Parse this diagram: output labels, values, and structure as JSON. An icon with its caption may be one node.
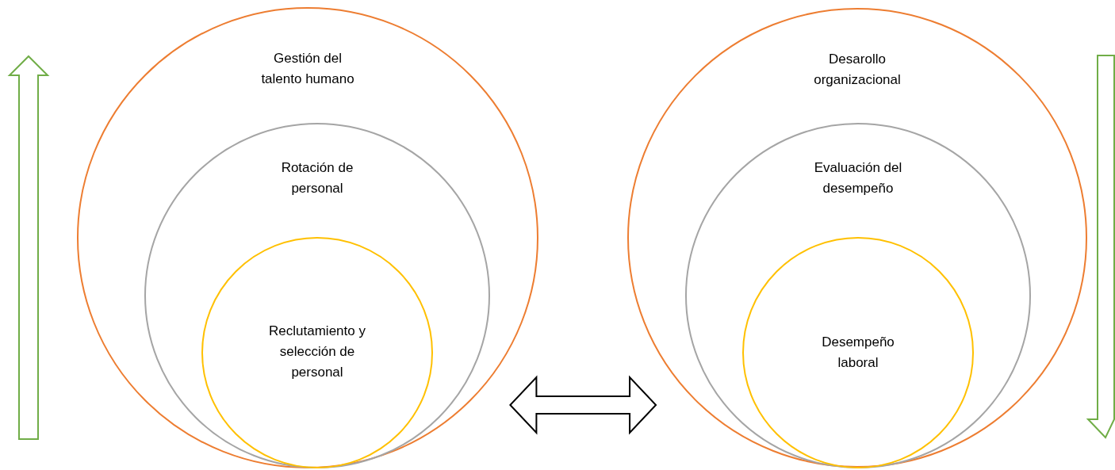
{
  "diagram": {
    "nodes": [
      {
        "text": [
          "Gestión del talento humano"
        ]
      },
      {
        "text": [
          "Rotación de personal"
        ],
        "in": 0
      },
      {
        "text": [
          "Reclutamiento y selección de personal"
        ],
        "in": 1
      },
      {
        "text": [
          "Desarollo organizacional"
        ]
      },
      {
        "text": [
          "Evaluación del desempeño"
        ],
        "in": 3
      },
      {
        "text": [
          "Desempeño laboral"
        ],
        "in": 4
      }
    ],
    "edges": [
      {
        "from": 0,
        "to": 3,
        "arrow": "both"
      }
    ]
  }
}
